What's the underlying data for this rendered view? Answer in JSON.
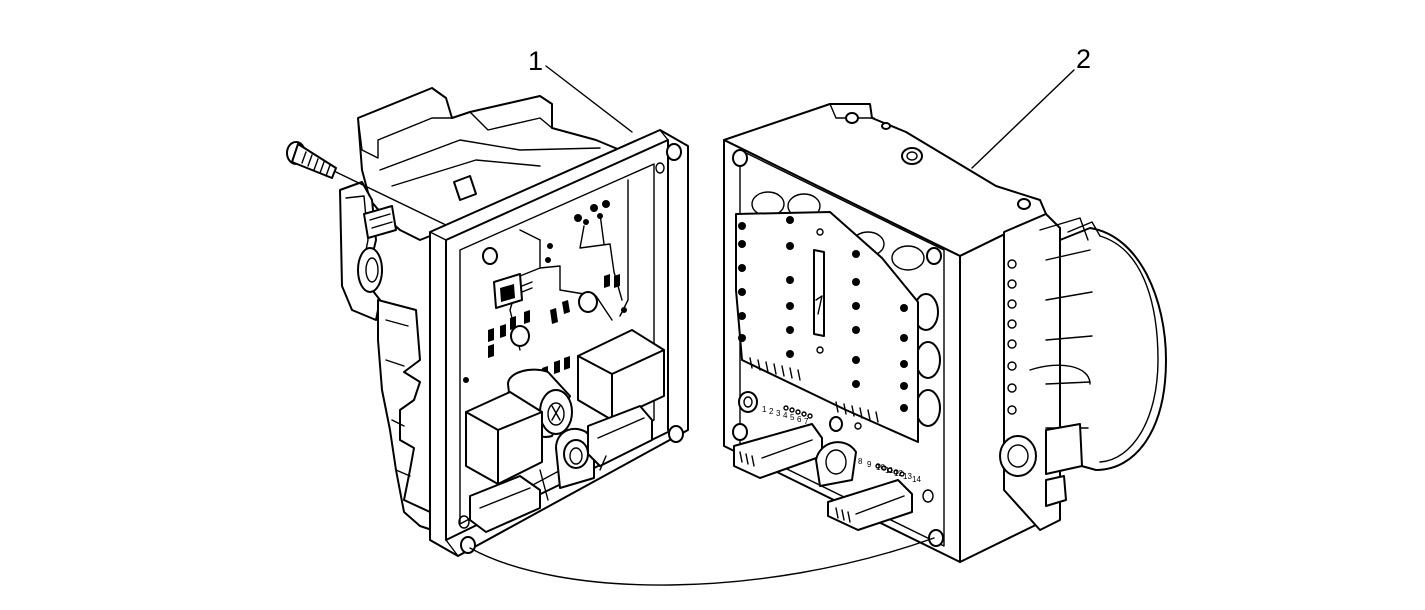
{
  "callouts": [
    {
      "id": "1",
      "label": "1",
      "target": "electronic-control-module"
    },
    {
      "id": "2",
      "label": "2",
      "target": "hydraulic-modulator-valve-body"
    }
  ],
  "connector_pins": {
    "upper": [
      "1",
      "2",
      "3",
      "4",
      "5",
      "6",
      "7"
    ],
    "lower": [
      "8",
      "9",
      "10",
      "11",
      "12",
      "13",
      "14"
    ]
  },
  "colors": {
    "line": "#000000",
    "background": "#ffffff"
  }
}
